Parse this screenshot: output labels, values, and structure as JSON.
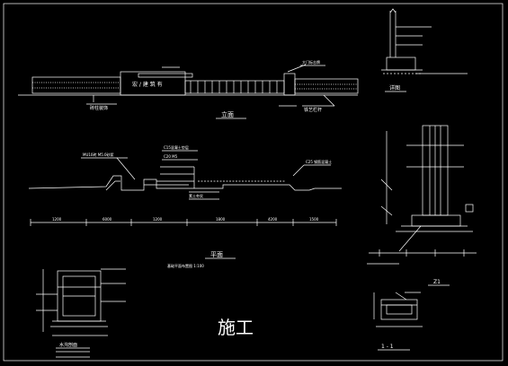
{
  "drawing": {
    "border_color": "#ffffff",
    "line_color": "#ffffff",
    "accent_color": "#00ff66",
    "background": "#000000"
  },
  "elevation": {
    "view_title": "立面",
    "gate_sign": "宏 / 建 筑 有",
    "note_left": "砖柱装饰",
    "note_right": "铁艺栏杆",
    "note_top": "大门标志牌"
  },
  "plan": {
    "view_title": "平面",
    "subtitle": "基础平面布置图 1:100",
    "notes": [
      "MU10砖 M5.0砂浆",
      "C15混凝土垫层",
      "C20 M5",
      "素土夯实",
      "C25 钢筋混凝土"
    ],
    "dims": [
      "1200",
      "6000",
      "1200",
      "1800",
      "4200",
      "1500"
    ]
  },
  "detail_a": {
    "view_title": "详图"
  },
  "column": {
    "view_title": "Z1"
  },
  "section": {
    "view_title": "1 - 1"
  },
  "pit": {
    "view_title": "水沟剖面"
  },
  "stamp": {
    "text": "施工"
  }
}
